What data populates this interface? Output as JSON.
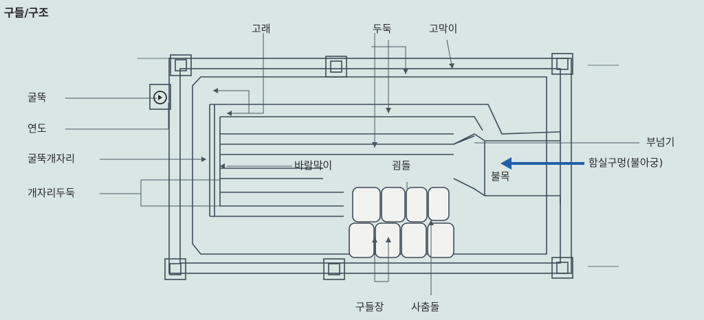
{
  "title": "구들/구조",
  "labels": {
    "gorae": "고래",
    "duduk": "두둑",
    "gomagi": "고막이",
    "gulttuk": "굴뚝",
    "yeondo": "연도",
    "gulttuk_gaejari": "굴뚝개자리",
    "gaejari_duduk": "개자리두둑",
    "barammagi": "바람막이",
    "goemdol": "굄돌",
    "bunomgi": "부넘기",
    "hamsil": "함실구멍(불아궁)",
    "bulmok": "불목",
    "gudeuljang": "구들장",
    "sachumdol": "사춤돌"
  },
  "colors": {
    "background": "#d9e6e4",
    "line": "#3d4a55",
    "stone_fill": "#f2f3f0",
    "arrow_blue": "#1f5fa8"
  }
}
